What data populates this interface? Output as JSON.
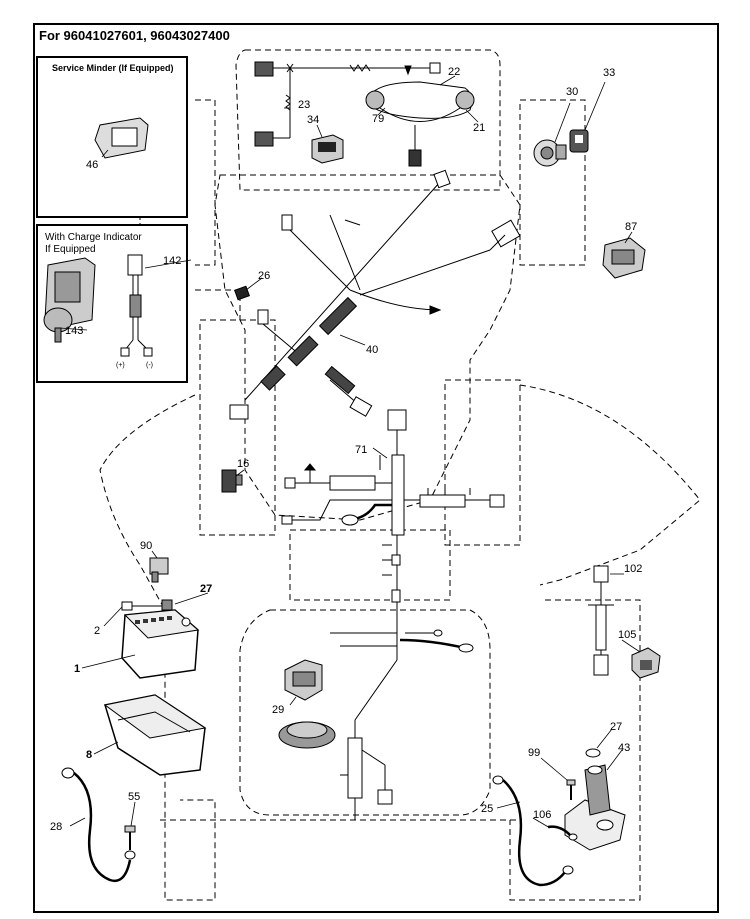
{
  "title": "For 96041027601, 96043027400",
  "boxes": {
    "service_minder": "Service Minder (If Equipped)",
    "charge_indicator_line1": "With Charge Indicator",
    "charge_indicator_line2": "If Equipped"
  },
  "terminal_labels": {
    "positive": "(+)",
    "negative": "(-)"
  },
  "callouts": {
    "c1": "1",
    "c2": "2",
    "c8": "8",
    "c16": "16",
    "c21": "21",
    "c22": "22",
    "c23": "23",
    "c25": "25",
    "c26": "26",
    "c27a": "27",
    "c27b": "27",
    "c28": "28",
    "c29": "29",
    "c30": "30",
    "c33": "33",
    "c34": "34",
    "c40": "40",
    "c43": "43",
    "c46": "46",
    "c55": "55",
    "c71": "71",
    "c79": "79",
    "c87": "87",
    "c90": "90",
    "c99": "99",
    "c102": "102",
    "c105": "105",
    "c106": "106",
    "c142": "142",
    "c143": "143"
  }
}
